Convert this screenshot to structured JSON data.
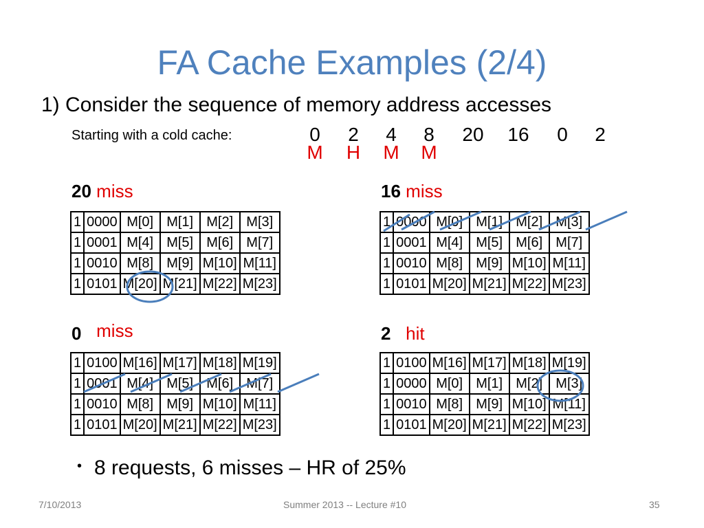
{
  "title": "FA Cache Examples (2/4)",
  "question": "1) Consider the sequence of memory address accesses",
  "starting_label": "Starting with a cold cache:",
  "sequence": [
    "0",
    "2",
    "4",
    "8",
    "20",
    "16",
    "0",
    "2"
  ],
  "results": [
    "M",
    "H",
    "M",
    "M"
  ],
  "panels": [
    {
      "addr": "20",
      "status": "miss",
      "rows": [
        [
          "1",
          "0000",
          "M[0]",
          "M[1]",
          "M[2]",
          "M[3]"
        ],
        [
          "1",
          "0001",
          "M[4]",
          "M[5]",
          "M[6]",
          "M[7]"
        ],
        [
          "1",
          "0010",
          "M[8]",
          "M[9]",
          "M[10]",
          "M[11]"
        ],
        [
          "1",
          "0101",
          "M[20]",
          "M[21]",
          "M[22]",
          "M[23]"
        ]
      ]
    },
    {
      "addr": "16",
      "status": "miss",
      "rows": [
        [
          "1",
          "0000",
          "M[0]",
          "M[1]",
          "M[2]",
          "M[3]"
        ],
        [
          "1",
          "0001",
          "M[4]",
          "M[5]",
          "M[6]",
          "M[7]"
        ],
        [
          "1",
          "0010",
          "M[8]",
          "M[9]",
          "M[10]",
          "M[11]"
        ],
        [
          "1",
          "0101",
          "M[20]",
          "M[21]",
          "M[22]",
          "M[23]"
        ]
      ]
    },
    {
      "addr": "0",
      "status": "miss",
      "rows": [
        [
          "1",
          "0100",
          "M[16]",
          "M[17]",
          "M[18]",
          "M[19]"
        ],
        [
          "1",
          "0001",
          "M[4]",
          "M[5]",
          "M[6]",
          "M[7]"
        ],
        [
          "1",
          "0010",
          "M[8]",
          "M[9]",
          "M[10]",
          "M[11]"
        ],
        [
          "1",
          "0101",
          "M[20]",
          "M[21]",
          "M[22]",
          "M[23]"
        ]
      ]
    },
    {
      "addr": "2",
      "status": "hit",
      "rows": [
        [
          "1",
          "0100",
          "M[16]",
          "M[17]",
          "M[18]",
          "M[19]"
        ],
        [
          "1",
          "0000",
          "M[0]",
          "M[1]",
          "M[2]",
          "M[3]"
        ],
        [
          "1",
          "0010",
          "M[8]",
          "M[9]",
          "M[10]",
          "M[11]"
        ],
        [
          "1",
          "0101",
          "M[20]",
          "M[21]",
          "M[22]",
          "M[23]"
        ]
      ]
    }
  ],
  "bullet": "8 requests, 6 misses – HR of 25%",
  "footer": {
    "date": "7/10/2013",
    "center": "Summer 2013 -- Lecture #10",
    "page": "35"
  },
  "colors": {
    "title": "#4f81bd",
    "status": "#e00000",
    "annotation": "#4a7ebb"
  }
}
